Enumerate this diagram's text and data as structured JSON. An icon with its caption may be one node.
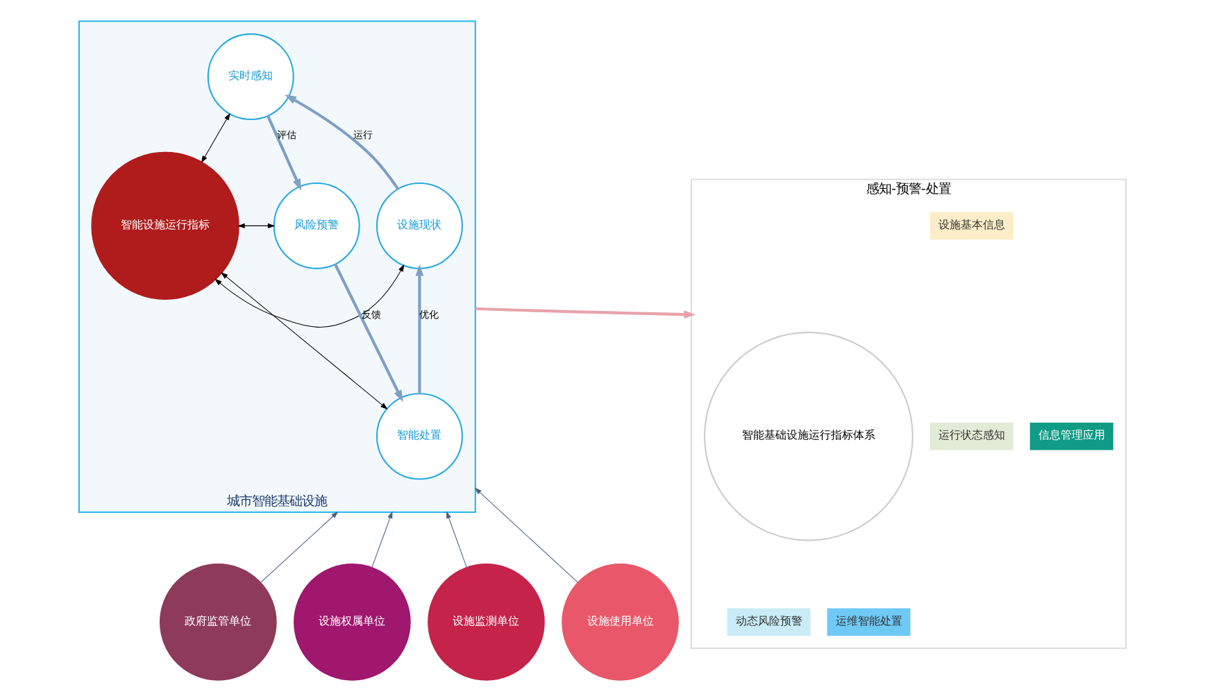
{
  "diagram": {
    "nodes": [
      {
        "text": [
          "城市智能基础设施"
        ]
      },
      {
        "text": [
          "实时感知"
        ],
        "in": 0
      },
      {
        "text": [
          "设施现状"
        ],
        "in": 0
      },
      {
        "text": [
          "智能设施运行指标"
        ],
        "in": 0
      },
      {
        "text": [
          "风险预警"
        ],
        "in": 0
      },
      {
        "text": [
          "智能处置"
        ],
        "in": 0
      },
      {
        "text": [
          "政府监管单位"
        ]
      },
      {
        "text": [
          "设施权属单位"
        ]
      },
      {
        "text": [
          "设施监测单位"
        ]
      },
      {
        "text": [
          "设施使用单位"
        ]
      },
      {
        "text": [
          "感知-预警-处置"
        ]
      },
      {
        "text": [
          "设施基本信息"
        ],
        "in": 10
      },
      {
        "text": [
          "信息管理应用"
        ],
        "in": 10
      },
      {
        "text": [
          "运行状态感知"
        ],
        "in": 10
      },
      {
        "text": [
          "智能基础设施运行指标体系"
        ],
        "in": 10
      },
      {
        "text": [
          "运维智能处置"
        ],
        "in": 10
      },
      {
        "text": [
          "动态风险预警"
        ],
        "in": 10
      }
    ],
    "edges": [
      {
        "from": 3,
        "to": 1,
        "arrow": "both"
      },
      {
        "from": 3,
        "to": 2,
        "arrow": "both"
      },
      {
        "from": 3,
        "to": 4,
        "arrow": "both"
      },
      {
        "from": 3,
        "to": 5,
        "arrow": "both"
      },
      {
        "from": 2,
        "to": 1,
        "arrow": "to",
        "label": "运行",
        "style": "thick",
        "color": "#7f9fc4"
      },
      {
        "from": 1,
        "to": 4,
        "arrow": "to",
        "label": "评估",
        "style": "thick",
        "color": "#7f9fc4"
      },
      {
        "from": 4,
        "to": 5,
        "arrow": "to",
        "label": "反馈",
        "style": "thick",
        "color": "#7f9fc4"
      },
      {
        "from": 5,
        "to": 2,
        "arrow": "to",
        "label": "优化",
        "style": "thick",
        "color": "#7f9fc4"
      },
      {
        "from": 6,
        "to": 0,
        "arrow": "to",
        "color": "#4d5f86"
      },
      {
        "from": 7,
        "to": 0,
        "arrow": "to",
        "color": "#4d5f86"
      },
      {
        "from": 8,
        "to": 0,
        "arrow": "to",
        "color": "#4d5f86"
      },
      {
        "from": 9,
        "to": 0,
        "arrow": "to",
        "color": "#4d5f86"
      },
      {
        "from": 0,
        "to": 10,
        "arrow": "to",
        "style": "thick",
        "color": "#e8a3ab"
      }
    ]
  }
}
